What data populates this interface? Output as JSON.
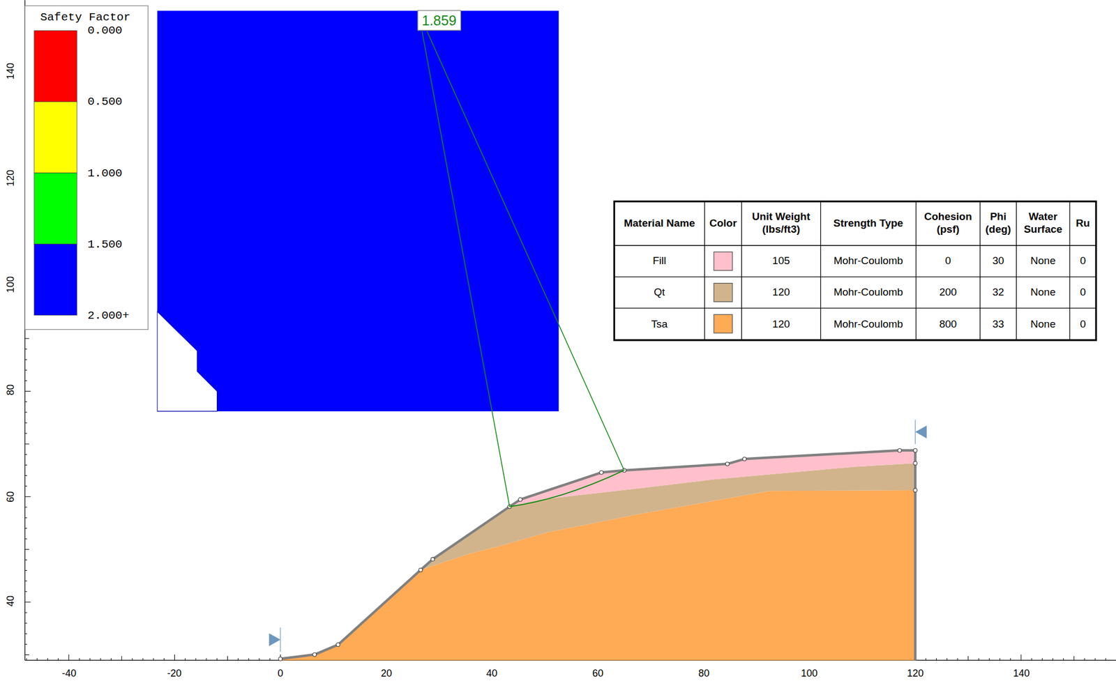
{
  "diagram": {
    "nodes": [
      {
        "text": [
          "1.859"
        ]
      }
    ],
    "labels": [
      "Safety Factor",
      "140",
      "120",
      "100",
      "80",
      "60",
      "40",
      "-40",
      "-20",
      "0",
      "20",
      "40",
      "60",
      "80",
      "100",
      "120",
      "140",
      "Material Name",
      "Color",
      "Unit Weight (lbs/ft3)",
      "Strength Type",
      "Cohesion (psf)",
      "Phi (deg)",
      "Water Surface",
      "Ru",
      "Fill",
      "105",
      "Mohr-Coulomb",
      "0",
      "30",
      "None",
      "0",
      "Qt",
      "120",
      "Mohr-Coulomb",
      "200",
      "32",
      "None",
      "0",
      "Tsa",
      "120",
      "Mohr-Coulomb",
      "800",
      "33",
      "None",
      "0"
    ],
    "legend": [
      {
        "text": "0.000",
        "color": "#ff0000"
      },
      {
        "text": "0.500",
        "color": "#ffff00"
      },
      {
        "text": "1.000",
        "color": "#00ff00"
      },
      {
        "text": "1.500",
        "color": "#0000ff"
      },
      {
        "text": "2.000+"
      }
    ]
  }
}
